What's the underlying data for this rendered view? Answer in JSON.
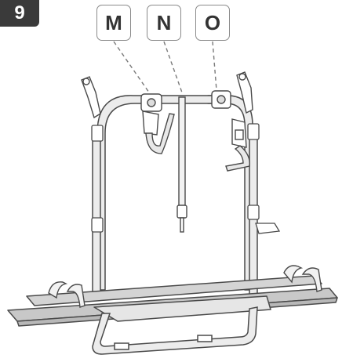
{
  "step_number": "9",
  "callouts": [
    {
      "letter": "M"
    },
    {
      "letter": "N"
    },
    {
      "letter": "O"
    }
  ],
  "colors": {
    "badge_bg": "#3a3a3a",
    "line": "#4a4a4a",
    "metal_fill": "#e2e2e2",
    "rail_fill": "#cfcfcf"
  }
}
